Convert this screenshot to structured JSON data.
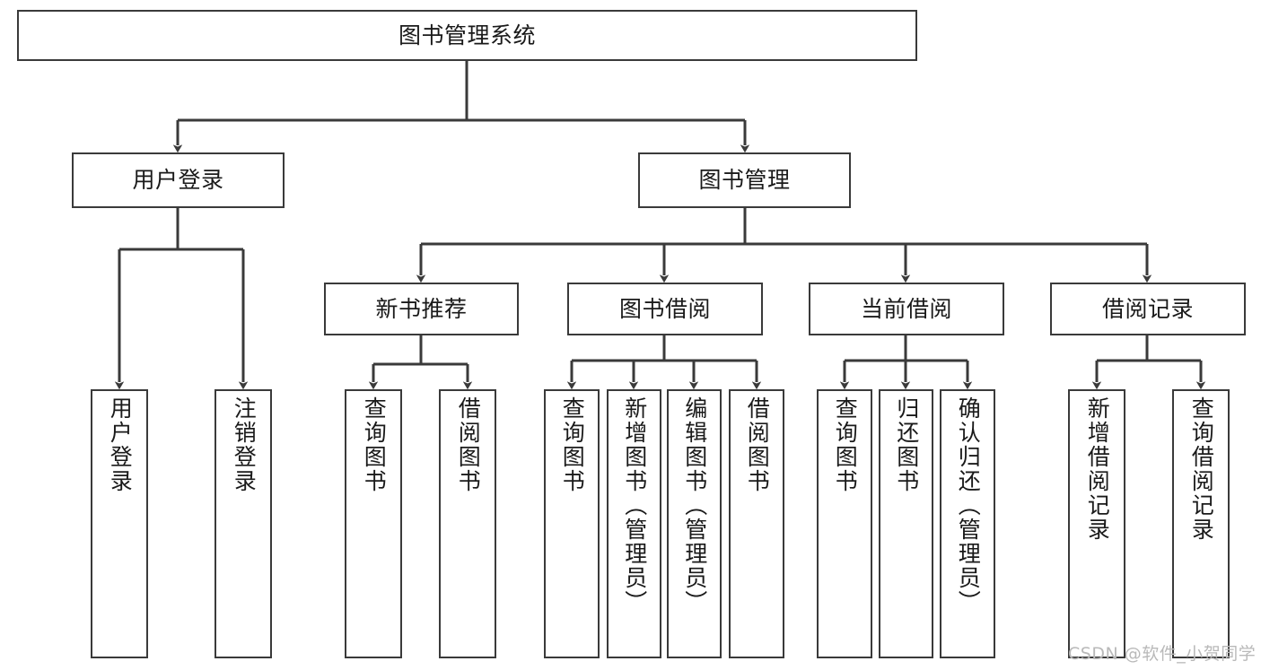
{
  "diagram": {
    "type": "tree-hierarchy",
    "title": "图书管理系统",
    "watermark": "CSDN @软件_小贺同学",
    "colors": {
      "box_border": "#3a3a3a",
      "box_fill": "#ffffff",
      "edge": "#3a3a3a",
      "text": "#1a1a1a",
      "watermark": "#b9b9b9",
      "background": "#ffffff"
    },
    "nodes": {
      "root": {
        "label": "图书管理系统"
      },
      "level1": [
        {
          "id": "user-login",
          "label": "用户登录"
        },
        {
          "id": "book-manage",
          "label": "图书管理"
        }
      ],
      "level2": [
        {
          "id": "new-book-recommend",
          "label": "新书推荐"
        },
        {
          "id": "book-borrow",
          "label": "图书借阅"
        },
        {
          "id": "current-borrow",
          "label": "当前借阅"
        },
        {
          "id": "borrow-record",
          "label": "借阅记录"
        }
      ],
      "leaves": {
        "user-login": [
          {
            "id": "leaf-user-login",
            "label": "用户登录"
          },
          {
            "id": "leaf-logout",
            "label": "注销登录"
          }
        ],
        "new-book-recommend": [
          {
            "id": "leaf-query-book-1",
            "label": "查询图书"
          },
          {
            "id": "leaf-borrow-book-1",
            "label": "借阅图书"
          }
        ],
        "book-borrow": [
          {
            "id": "leaf-query-book-2",
            "label": "查询图书"
          },
          {
            "id": "leaf-add-book",
            "label": "新增图书（管理员）"
          },
          {
            "id": "leaf-edit-book",
            "label": "编辑图书（管理员）"
          },
          {
            "id": "leaf-borrow-book-2",
            "label": "借阅图书"
          }
        ],
        "current-borrow": [
          {
            "id": "leaf-query-book-3",
            "label": "查询图书"
          },
          {
            "id": "leaf-return-book",
            "label": "归还图书"
          },
          {
            "id": "leaf-confirm-return",
            "label": "确认归还（管理员）"
          }
        ],
        "borrow-record": [
          {
            "id": "leaf-add-record",
            "label": "新增借阅记录"
          },
          {
            "id": "leaf-query-record",
            "label": "查询借阅记录"
          }
        ]
      }
    }
  }
}
